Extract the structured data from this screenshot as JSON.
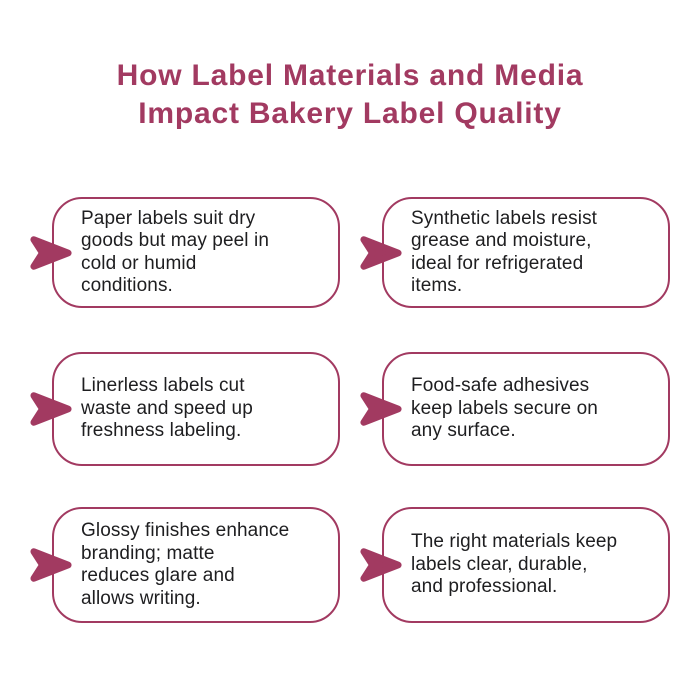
{
  "title": {
    "lines": [
      "How Label Materials and Media",
      "Impact Bakery Label Quality"
    ]
  },
  "colors": {
    "accent": "#a23a61",
    "text": "#1e1e20",
    "background": "#ffffff"
  },
  "cards": [
    {
      "lines": [
        "Paper labels suit dry",
        "goods but may peel in",
        "cold or humid",
        "conditions."
      ]
    },
    {
      "lines": [
        "Synthetic labels resist",
        "grease and moisture,",
        "ideal for refrigerated",
        "items."
      ]
    },
    {
      "lines": [
        "Linerless labels cut",
        "waste and speed up",
        "freshness labeling."
      ]
    },
    {
      "lines": [
        "Food-safe adhesives",
        "keep labels secure on",
        "any surface."
      ]
    },
    {
      "lines": [
        "Glossy finishes enhance",
        "branding; matte",
        "reduces glare and",
        "allows writing."
      ]
    },
    {
      "lines": [
        "The right materials keep",
        "labels clear, durable,",
        "and professional."
      ]
    }
  ],
  "icons": {
    "card_marker": "right-arrowhead"
  }
}
